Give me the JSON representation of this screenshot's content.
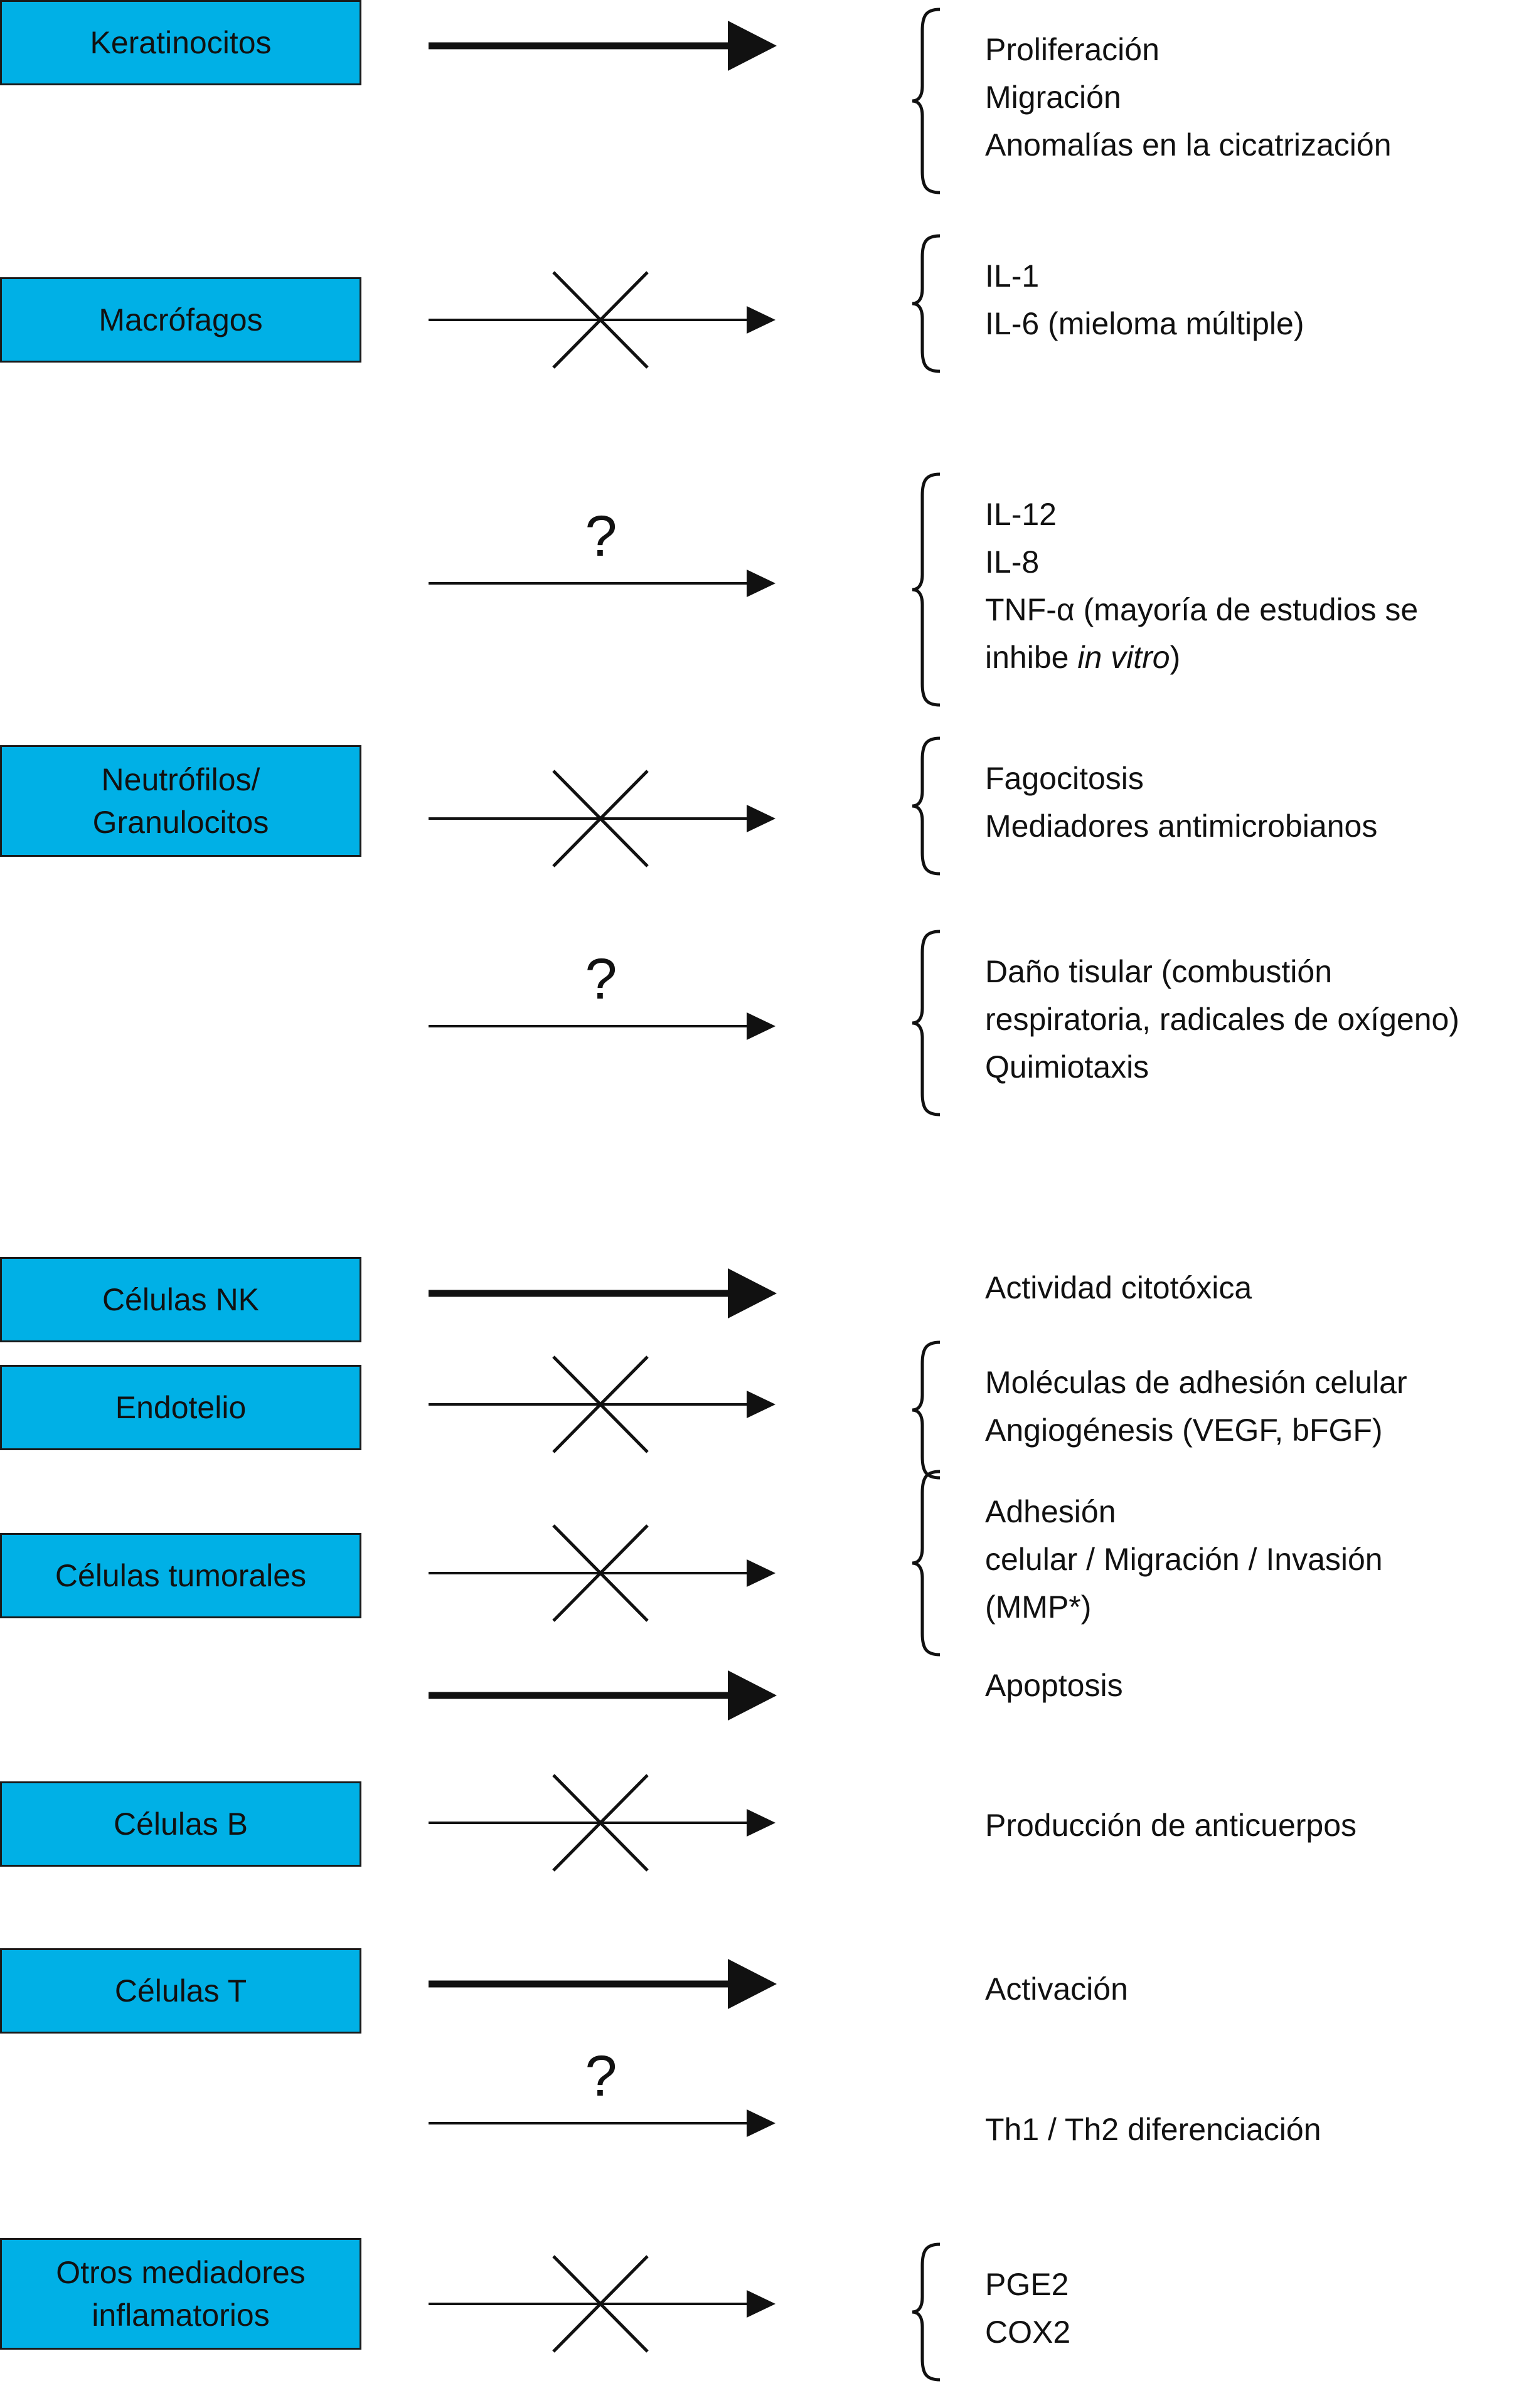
{
  "style": {
    "box_fill": "#00b0e6",
    "line_color": "#111111"
  },
  "legend": {
    "unknown_mark": "?"
  },
  "cells": [
    {
      "id": "keratinocitos",
      "label": "Keratinocitos"
    },
    {
      "id": "macrofagos",
      "label": "Macrófagos"
    },
    {
      "id": "neutrofilos",
      "label_lines": [
        "Neutrófilos/",
        "Granulocitos"
      ]
    },
    {
      "id": "nk",
      "label": "Células NK"
    },
    {
      "id": "endotelio",
      "label": "Endotelio"
    },
    {
      "id": "tumorales",
      "label": "Células tumorales"
    },
    {
      "id": "celulas-b",
      "label": "Células B"
    },
    {
      "id": "celulas-t",
      "label": "Células T"
    },
    {
      "id": "otros",
      "label_lines": [
        "Otros mediadores",
        "inflamatorios"
      ]
    }
  ],
  "relations": [
    {
      "id": "r1",
      "effect": "stimulates",
      "bracket": true,
      "items": [
        "Proliferación",
        "Migración",
        "Anomalías en la cicatrización"
      ]
    },
    {
      "id": "r2",
      "effect": "inhibits",
      "bracket": true,
      "items": [
        "IL-1",
        "IL-6 (mieloma múltiple)"
      ]
    },
    {
      "id": "r3",
      "effect": "unknown",
      "bracket": true,
      "items": [
        "IL-12",
        "IL-8",
        "TNF-α (mayoría de estudios se",
        "inhibe in vitro)"
      ]
    },
    {
      "id": "r4",
      "effect": "inhibits",
      "bracket": true,
      "items": [
        "Fagocitosis",
        "Mediadores antimicrobianos"
      ]
    },
    {
      "id": "r5",
      "effect": "unknown",
      "bracket": true,
      "items": [
        "Daño tisular (combustión",
        "respiratoria, radicales de oxígeno)",
        "Quimiotaxis"
      ]
    },
    {
      "id": "r6",
      "effect": "stimulates",
      "bracket": false,
      "items": [
        "Actividad citotóxica"
      ]
    },
    {
      "id": "r7",
      "effect": "inhibits",
      "bracket": true,
      "items": [
        "Moléculas de adhesión celular",
        "Angiogénesis (VEGF, bFGF)"
      ]
    },
    {
      "id": "r8",
      "effect": "inhibits",
      "bracket": true,
      "items": [
        "Adhesión",
        "celular / Migración / Invasión",
        "(MMP*)"
      ]
    },
    {
      "id": "r9",
      "effect": "stimulates",
      "bracket": false,
      "items": [
        "Apoptosis"
      ]
    },
    {
      "id": "r10",
      "effect": "inhibits",
      "bracket": false,
      "items": [
        "Producción de anticuerpos"
      ]
    },
    {
      "id": "r11",
      "effect": "stimulates",
      "bracket": false,
      "items": [
        "Activación"
      ]
    },
    {
      "id": "r12",
      "effect": "unknown",
      "bracket": false,
      "items": [
        "Th1 / Th2 diferenciación"
      ]
    },
    {
      "id": "r13",
      "effect": "inhibits",
      "bracket": true,
      "items": [
        "PGE2",
        "COX2"
      ]
    }
  ]
}
